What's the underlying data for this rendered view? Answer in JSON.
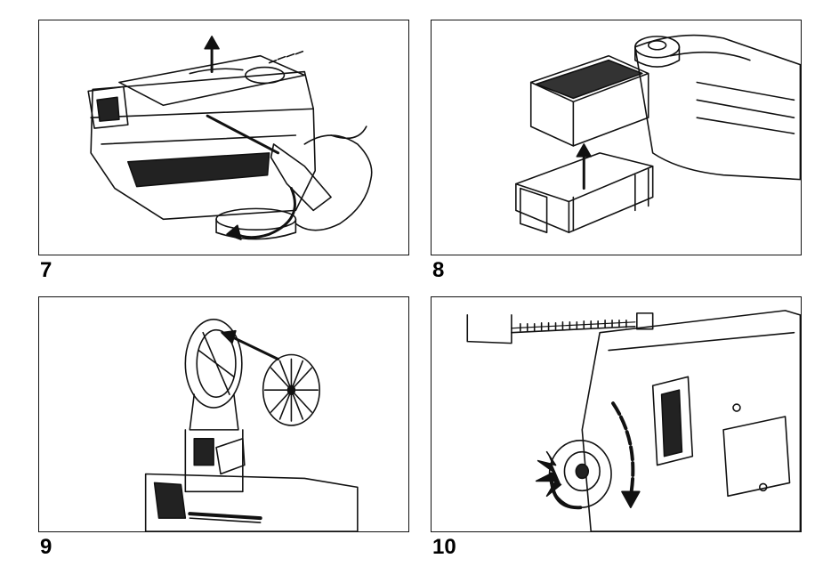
{
  "figures": [
    {
      "label": "7"
    },
    {
      "label": "8"
    },
    {
      "label": "9"
    },
    {
      "label": "10"
    }
  ]
}
